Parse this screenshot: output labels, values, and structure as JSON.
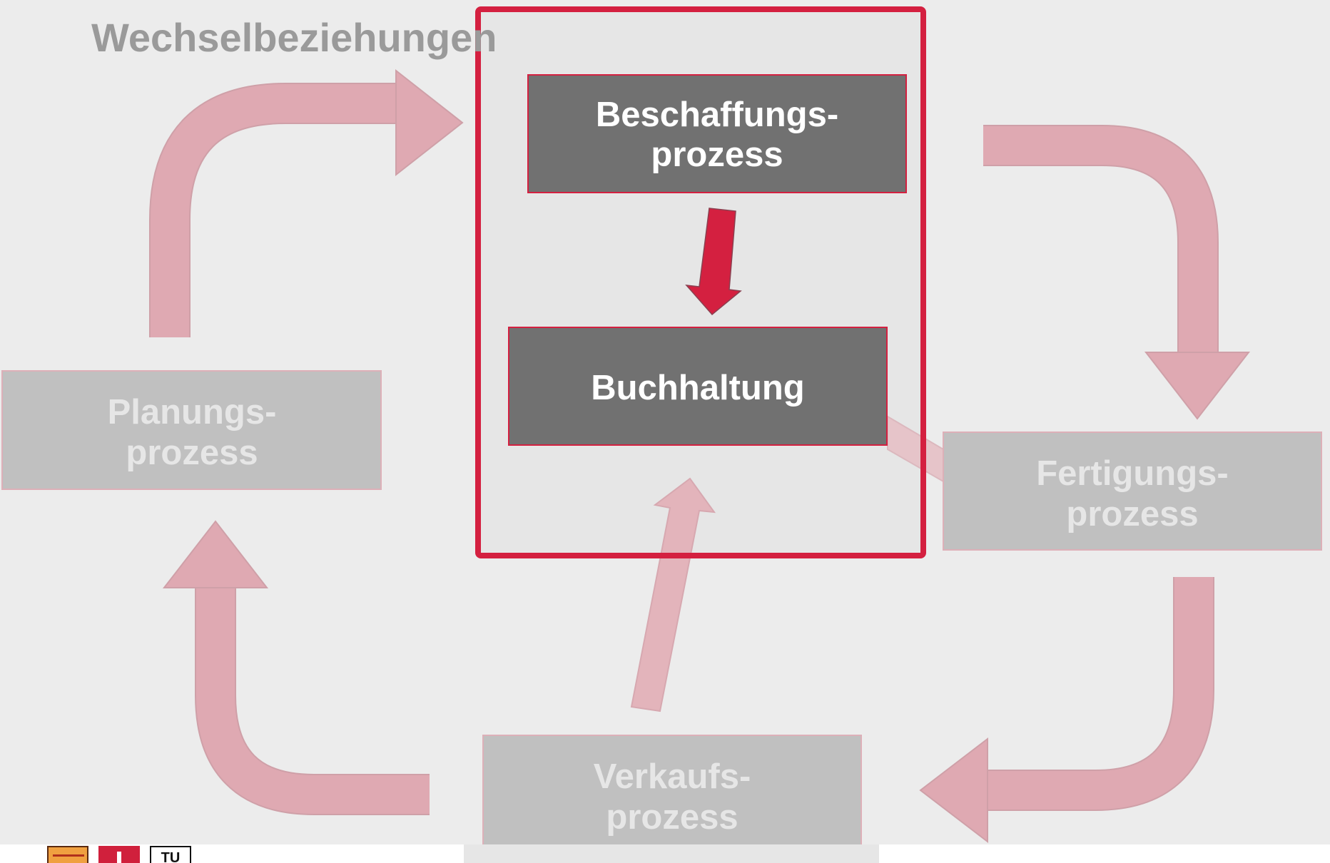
{
  "title": "Wechselbeziehungen",
  "nodes": {
    "beschaffung": {
      "line1": "Beschaffungs-",
      "line2": "prozess"
    },
    "buchhaltung": {
      "line1": "Buchhaltung"
    },
    "planung": {
      "line1": "Planungs-",
      "line2": "prozess"
    },
    "fertigung": {
      "line1": "Fertigungs-",
      "line2": "prozess"
    },
    "verkauf": {
      "line1": "Verkaufs-",
      "line2": "prozess"
    }
  },
  "footer": {
    "logo_tu_text": "TU"
  },
  "colors": {
    "background": "#ececec",
    "highlight_frame": "#d42040",
    "active_box": "#717171",
    "inactive_box": "#c0c0c0",
    "faded_arrow": "#dfa9b2",
    "accent_arrow": "#d42040"
  }
}
